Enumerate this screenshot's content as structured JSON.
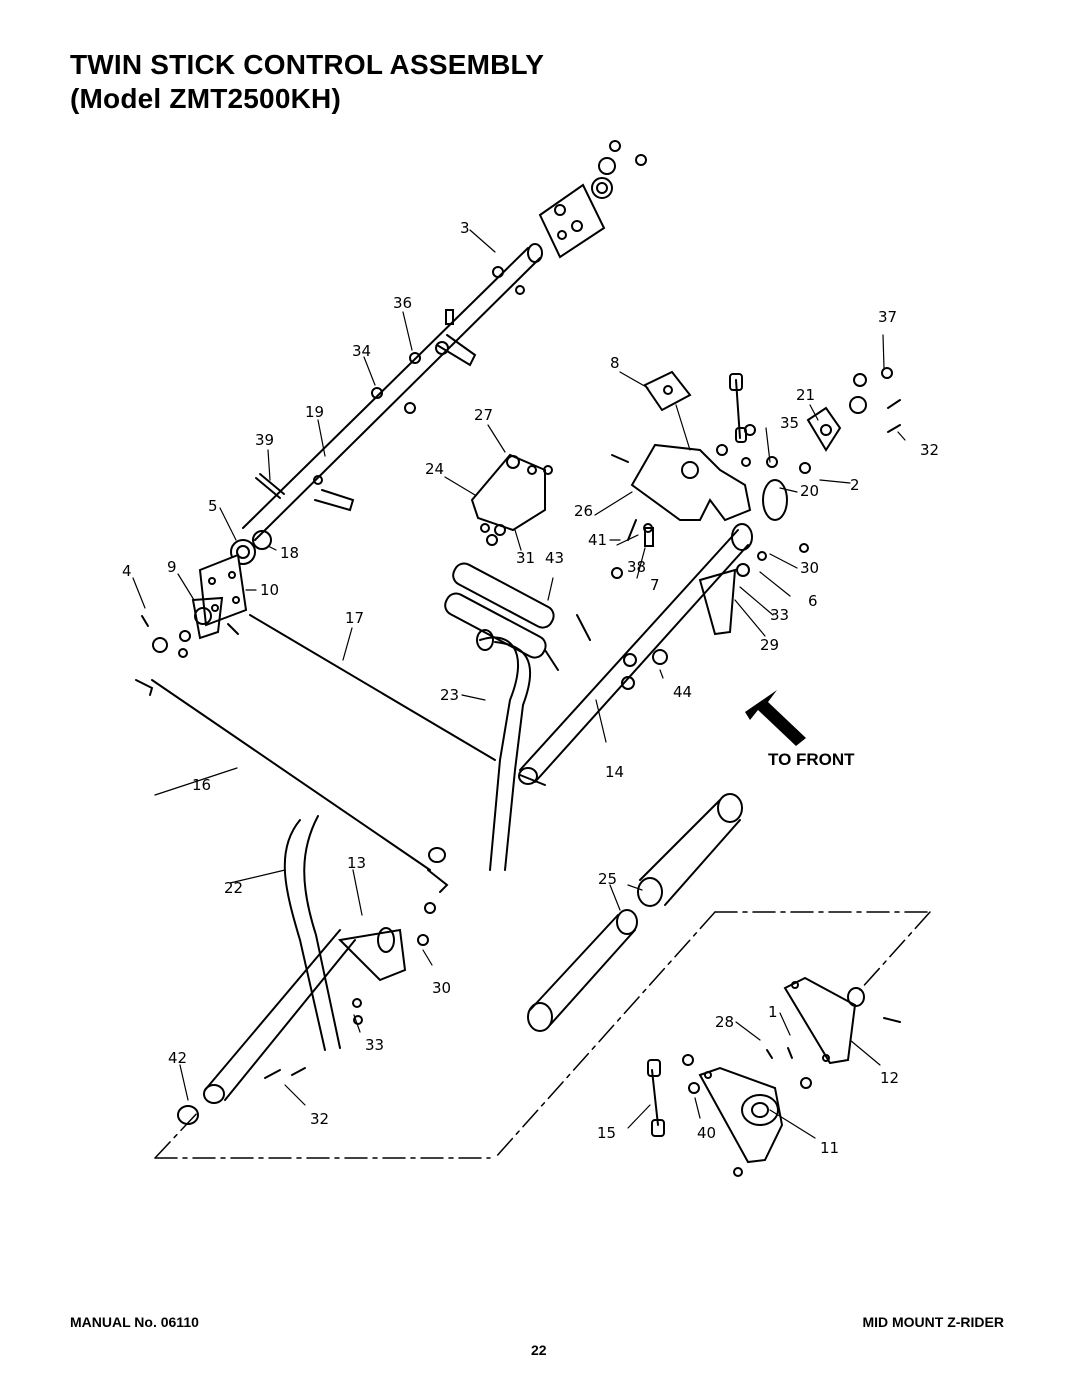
{
  "title": {
    "line1": "TWIN STICK CONTROL ASSEMBLY",
    "line2": "(Model ZMT2500KH)"
  },
  "diagram": {
    "callouts": [
      "1",
      "2",
      "3",
      "4",
      "5",
      "6",
      "7",
      "8",
      "9",
      "10",
      "11",
      "12",
      "13",
      "14",
      "15",
      "16",
      "17",
      "18",
      "19",
      "20",
      "21",
      "22",
      "23",
      "24",
      "25",
      "26",
      "27",
      "28",
      "29",
      "30",
      "31",
      "32",
      "33",
      "34",
      "35",
      "36",
      "37",
      "38",
      "39",
      "40",
      "41",
      "42",
      "43",
      "44"
    ],
    "front_label": "TO FRONT"
  },
  "footer": {
    "manual": "MANUAL No. 06110",
    "model": "MID MOUNT Z-RIDER",
    "page": "22"
  }
}
